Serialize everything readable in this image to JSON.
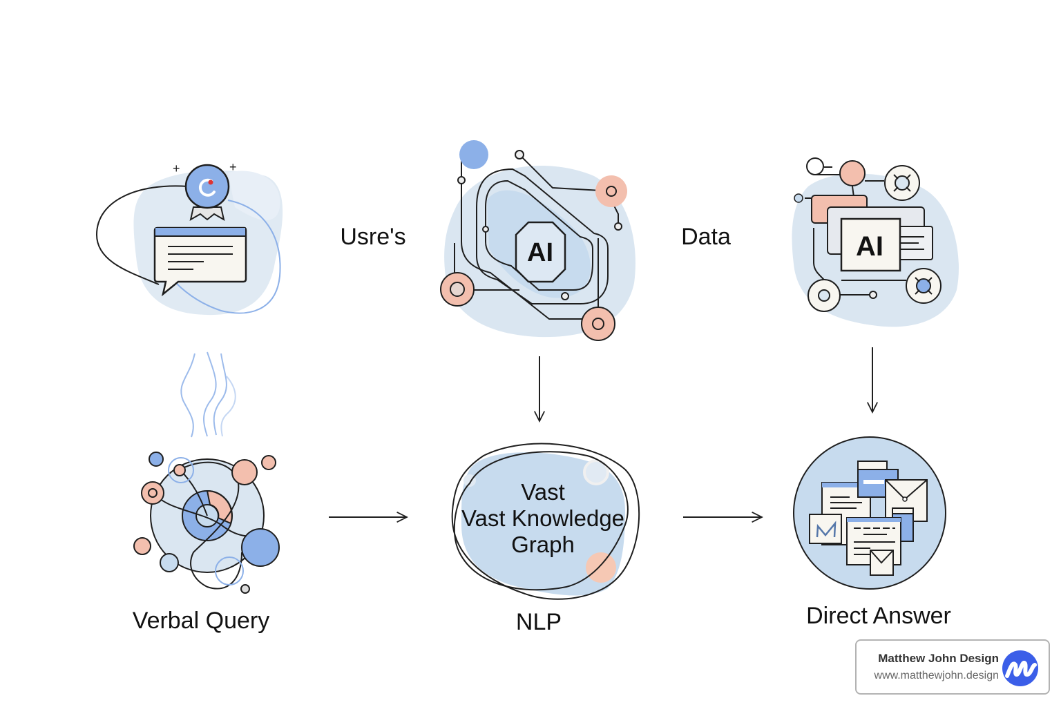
{
  "diagram": {
    "title": "",
    "labels": {
      "user_label": "Usre's",
      "data_label": "Data",
      "verbal_query": "Verbal Query",
      "nlp": "NLP",
      "direct_answer": "Direct Answer"
    },
    "knowledge_graph_text": [
      "Vast",
      "Vast Knowledge",
      "Graph"
    ],
    "ai_badges": {
      "processor": "AI",
      "data_stack": "AI"
    },
    "nodes": [
      {
        "id": "user-query-icon",
        "label": "Usre's"
      },
      {
        "id": "ai-circuit",
        "label": "AI"
      },
      {
        "id": "ai-data-stack",
        "label": "Data"
      },
      {
        "id": "verbal-query-network",
        "label": "Verbal Query"
      },
      {
        "id": "knowledge-graph",
        "label": "NLP"
      },
      {
        "id": "direct-answer",
        "label": "Direct Answer"
      }
    ],
    "edges": [
      {
        "from": "ai-circuit",
        "to": "knowledge-graph",
        "direction": "down"
      },
      {
        "from": "ai-data-stack",
        "to": "direct-answer",
        "direction": "down"
      },
      {
        "from": "verbal-query-network",
        "to": "knowledge-graph",
        "direction": "right"
      },
      {
        "from": "knowledge-graph",
        "to": "direct-answer",
        "direction": "right"
      }
    ],
    "colors": {
      "blob": "#dae6f1",
      "blob_dark": "#c7dbee",
      "accent_blue": "#8cb0e8",
      "accent_peach": "#f3bfae",
      "stroke": "#1e1e1e",
      "paper": "#f8f6f0"
    }
  },
  "credit": {
    "name": "Matthew John Design",
    "url": "www.matthewjohn.design",
    "logo_icon": "matthew-john-logo-icon",
    "logo_color": "#3b5ee8"
  }
}
